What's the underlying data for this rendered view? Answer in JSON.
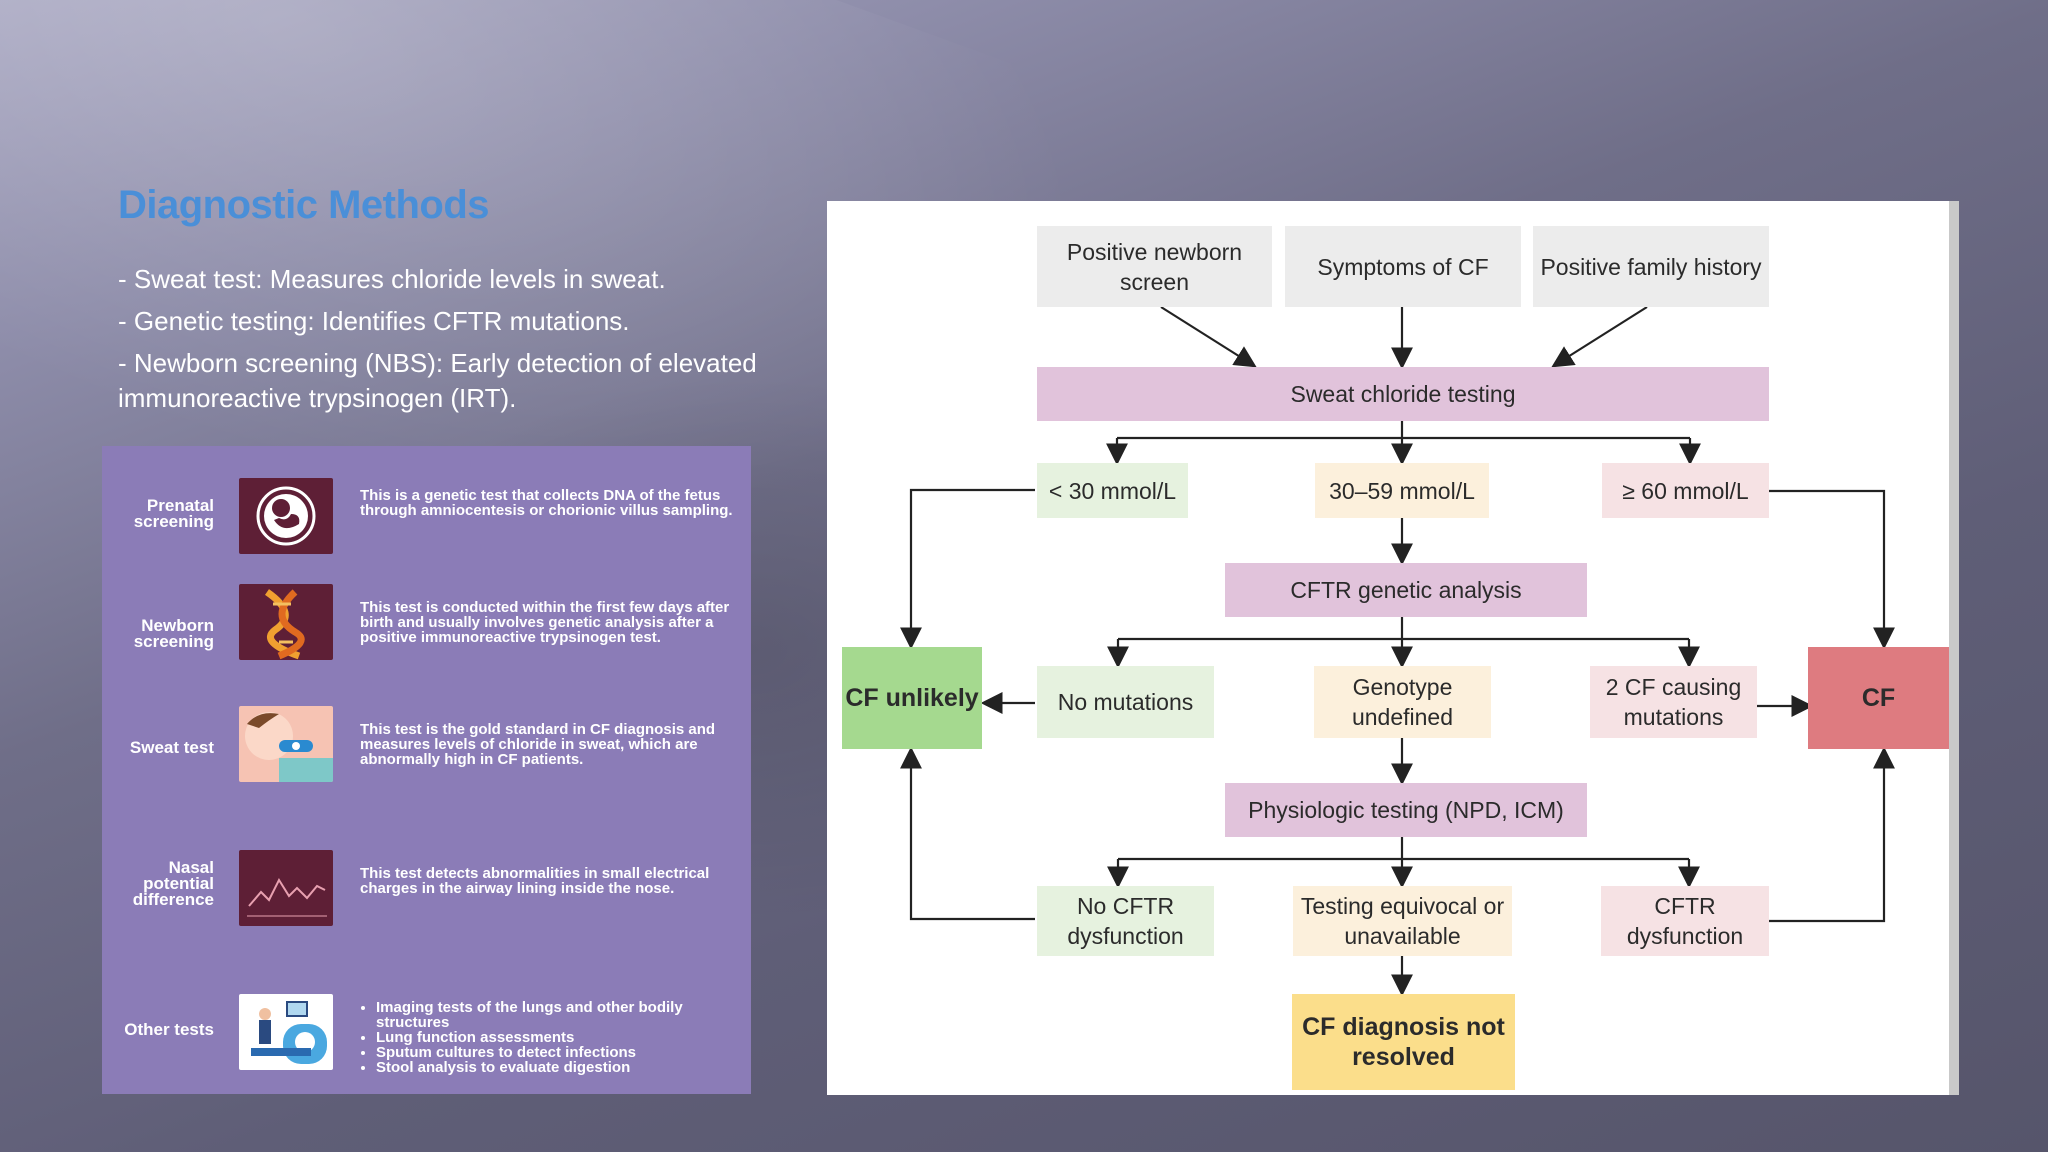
{
  "slide": {
    "title": "Diagnostic Methods",
    "bullets": [
      "- Sweat test: Measures chloride levels in sweat.",
      "- Genetic testing: Identifies CFTR mutations.",
      "- Newborn screening (NBS): Early detection of elevated immunoreactive trypsinogen (IRT)."
    ]
  },
  "infographic": {
    "rows": [
      {
        "label": "Prenatal screening",
        "icon": "fetus-icon",
        "text": "This is a genetic test that collects DNA of the fetus through amniocentesis or chorionic villus sampling."
      },
      {
        "label": "Newborn screening",
        "icon": "dna-icon",
        "text": "This test is conducted within the first few days after birth and usually involves genetic analysis after a positive immunoreactive trypsinogen test."
      },
      {
        "label": "Sweat test",
        "icon": "baby-sweat-test-icon",
        "text": "This test is the gold standard in CF diagnosis and measures levels of chloride in sweat, which are abnormally high in CF patients."
      },
      {
        "label": "Nasal potential difference",
        "icon": "waveform-icon",
        "text": "This test detects abnormalities in small electrical charges in the airway lining inside the nose."
      },
      {
        "label": "Other tests",
        "icon": "mri-scanner-icon",
        "bullets": [
          "Imaging tests of the lungs and other bodily structures",
          "Lung function assessments",
          "Sputum cultures to detect infections",
          "Stool analysis to evaluate digestion"
        ]
      }
    ]
  },
  "flowchart": {
    "start": {
      "newborn": "Positive newborn screen",
      "symptoms": "Symptoms of CF",
      "family": "Positive family history"
    },
    "sweat": "Sweat chloride testing",
    "ranges": {
      "low": "< 30 mmol/L",
      "mid": "30–59 mmol/L",
      "high": "≥ 60 mmol/L"
    },
    "cftr": "CFTR genetic analysis",
    "genetic": {
      "none": "No mutations",
      "undefined": "Genotype undefined",
      "two": "2 CF causing mutations"
    },
    "physio": "Physiologic testing (NPD, ICM)",
    "physio_results": {
      "no": "No CFTR dysfunction",
      "equivocal": "Testing equivocal or unavailable",
      "yes": "CFTR dysfunction"
    },
    "outcomes": {
      "unlikely": "CF unlikely",
      "cf": "CF",
      "unresolved": "CF diagnosis not resolved"
    },
    "colors": {
      "start": "#ececec",
      "test": "#e1c3db",
      "negative": "#e6f2df",
      "neutral": "#fcf0dc",
      "positive": "#f6e2e4",
      "cf_unlikely": "#a5d98f",
      "cf": "#de7b80",
      "unresolved": "#fbde8b"
    }
  }
}
